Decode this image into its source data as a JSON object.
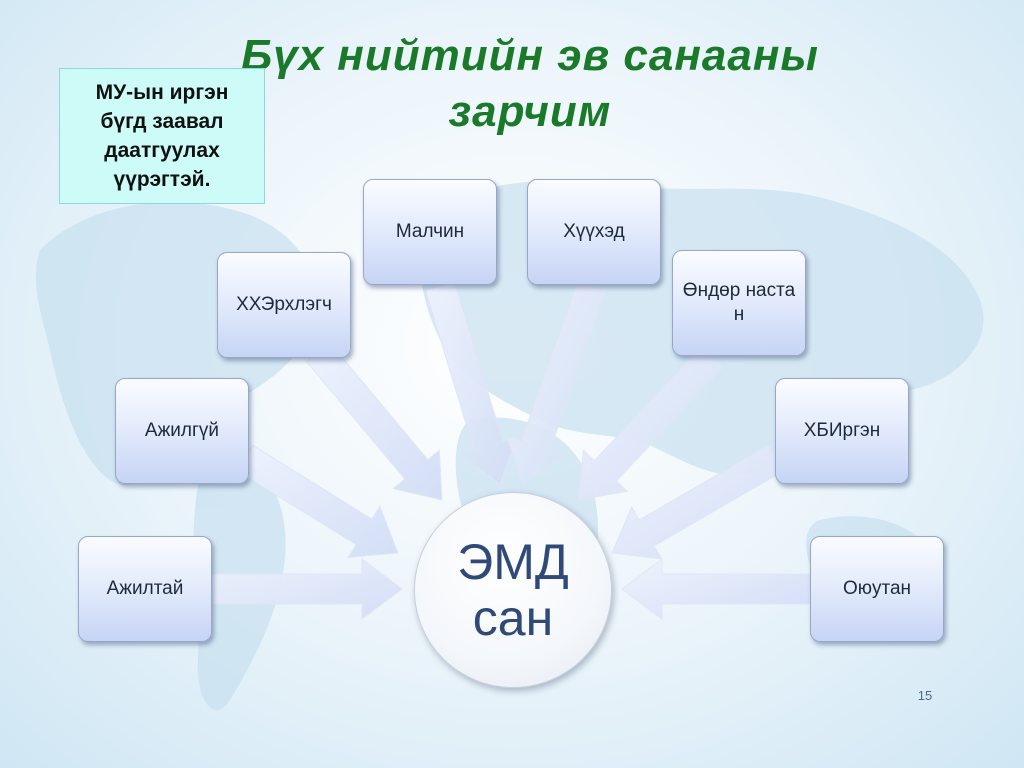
{
  "slide": {
    "title": "Бүх нийтийн эв санааны зарчим",
    "note": "МУ-ын иргэн бүгд заавал даатгуулах үүрэгтэй.",
    "page_number": "15"
  },
  "diagram": {
    "hub_label": "ЭМД сан",
    "nodes": [
      {
        "id": "ajiltai",
        "label": "Ажилтай"
      },
      {
        "id": "ajilgui",
        "label": "Ажилгүй"
      },
      {
        "id": "xxerhleg",
        "label": "ХХЭрхлэгч"
      },
      {
        "id": "malchin",
        "label": "Малчин"
      },
      {
        "id": "huuhed",
        "label": "Хүүхэд"
      },
      {
        "id": "undur",
        "label": "Өндөр настан"
      },
      {
        "id": "hbirgen",
        "label": "ХБИргэн"
      },
      {
        "id": "ouytan",
        "label": "Оюутан"
      }
    ]
  },
  "colors": {
    "title": "#1a7a2a",
    "note_bg": "#ccfbf8",
    "node_fill": "#dfe8fb",
    "hub_text": "#2f4a78"
  }
}
